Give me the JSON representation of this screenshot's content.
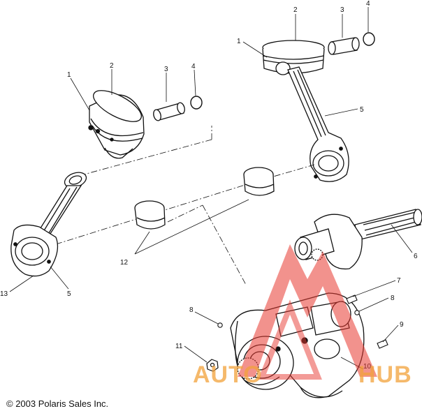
{
  "diagram": {
    "callouts": {
      "top_left": [
        "1",
        "2",
        "3",
        "4"
      ],
      "top_right": [
        "1",
        "2",
        "3",
        "4",
        "5"
      ],
      "rod_left": [
        "13",
        "5"
      ],
      "bearings": [
        "12"
      ],
      "crank": [
        "6",
        "7",
        "8",
        "8",
        "9",
        "11",
        "10"
      ]
    },
    "copyright": "© 2003 Polaris Sales Inc."
  },
  "watermark": {
    "text_left": "AUTO",
    "text_right": "HUB",
    "color_fill": "#f2a23a",
    "color_triangle": "#e8382f"
  }
}
